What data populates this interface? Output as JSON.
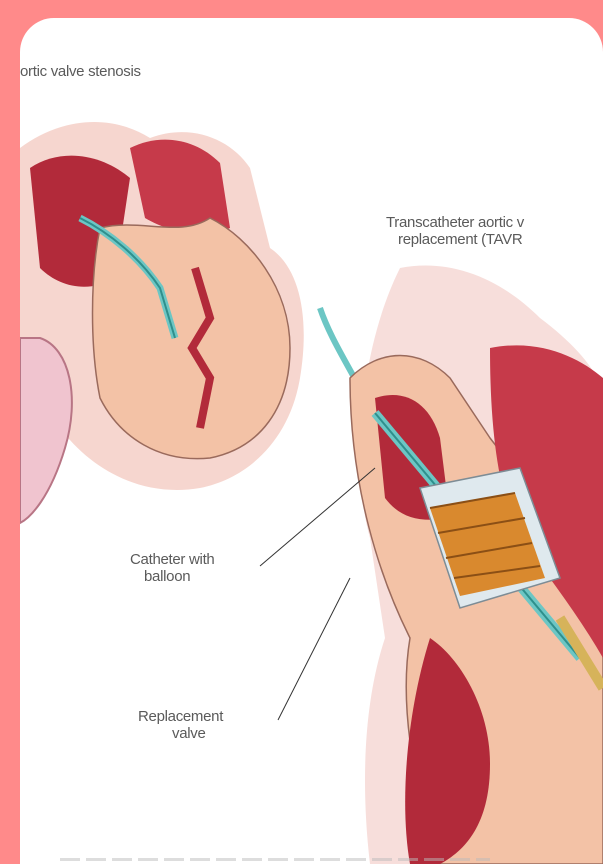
{
  "labels": {
    "top_left": "ortic valve stenosis",
    "procedure_line1": "Transcatheter aortic v",
    "procedure_line2": "replacement (TAVR",
    "catheter_line1": "Catheter with",
    "catheter_line2": "balloon",
    "valve_line1": "Replacement",
    "valve_line2": "valve"
  },
  "colors": {
    "background": "#ff8a8a",
    "panel": "#ffffff",
    "muscle": "#f3c2a6",
    "tissue_red": "#b22a3a",
    "catheter": "#6cc6c4",
    "stent": "#d9892e"
  }
}
